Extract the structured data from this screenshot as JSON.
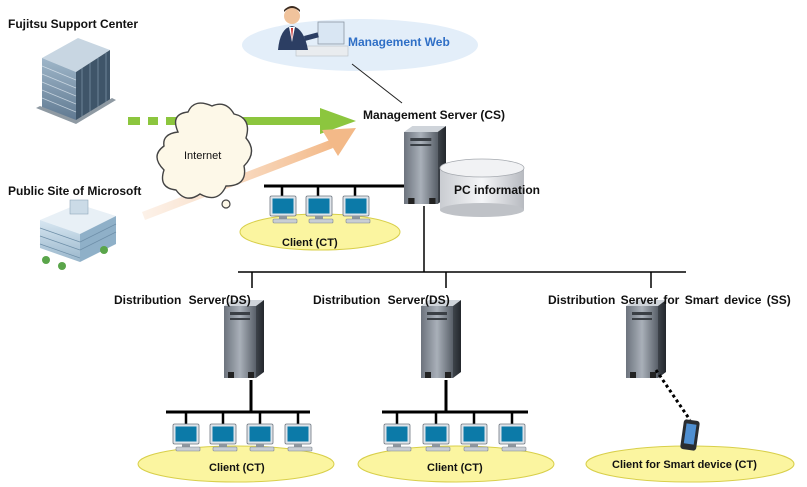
{
  "labels": {
    "fujitsu_center": "Fujitsu Support Center",
    "microsoft_site": "Public Site of Microsoft",
    "internet": "Internet",
    "management_web": "Management Web",
    "management_server": "Management Server (CS)",
    "pc_information": "PC information",
    "client_ct_top": "Client (CT)",
    "distribution_server_1": "Distribution Server(DS)",
    "distribution_server_2": "Distribution Server(DS)",
    "distribution_server_ss": "Distribution Server for Smart device (SS)",
    "client_ct_left": "Client (CT)",
    "client_ct_mid": "Client (CT)",
    "client_smart_device": "Client for Smart device (CT)"
  },
  "icons": {
    "building": "office-building-icon",
    "server": "tower-server-icon",
    "monitor": "desktop-computer-icon",
    "database": "database-cylinder-icon",
    "cloud": "internet-cloud-icon",
    "smartphone": "smartphone-icon",
    "person": "administrator-person-icon"
  },
  "colors": {
    "green_arrow": "#8cc63e",
    "orange_arrow": "#f5c9a3",
    "ellipse_fill": "#fbf5a0",
    "ellipse_stroke": "#d8cf4a",
    "web_ellipse": "#e3eef9",
    "web_text": "#2f6fc6"
  }
}
